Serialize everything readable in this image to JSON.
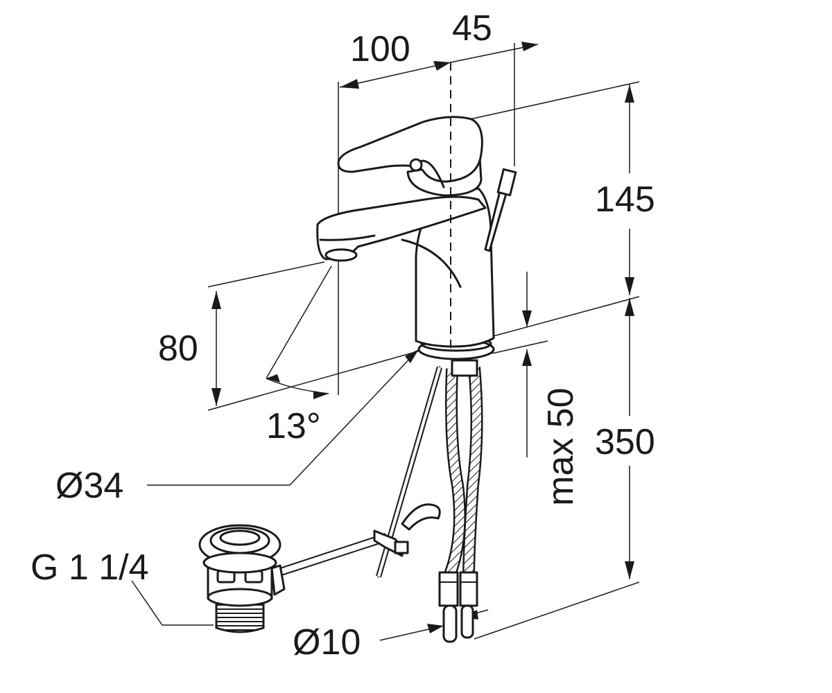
{
  "dimensions": {
    "spout_reach": "100",
    "handle_offset": "45",
    "body_height": "145",
    "spout_height": "80",
    "spout_angle": "13°",
    "base_diameter": "Ø34",
    "deck_thickness": "max 50",
    "hose_length": "350",
    "waste_thread": "G 1 1/4",
    "hose_diameter": "Ø10"
  }
}
